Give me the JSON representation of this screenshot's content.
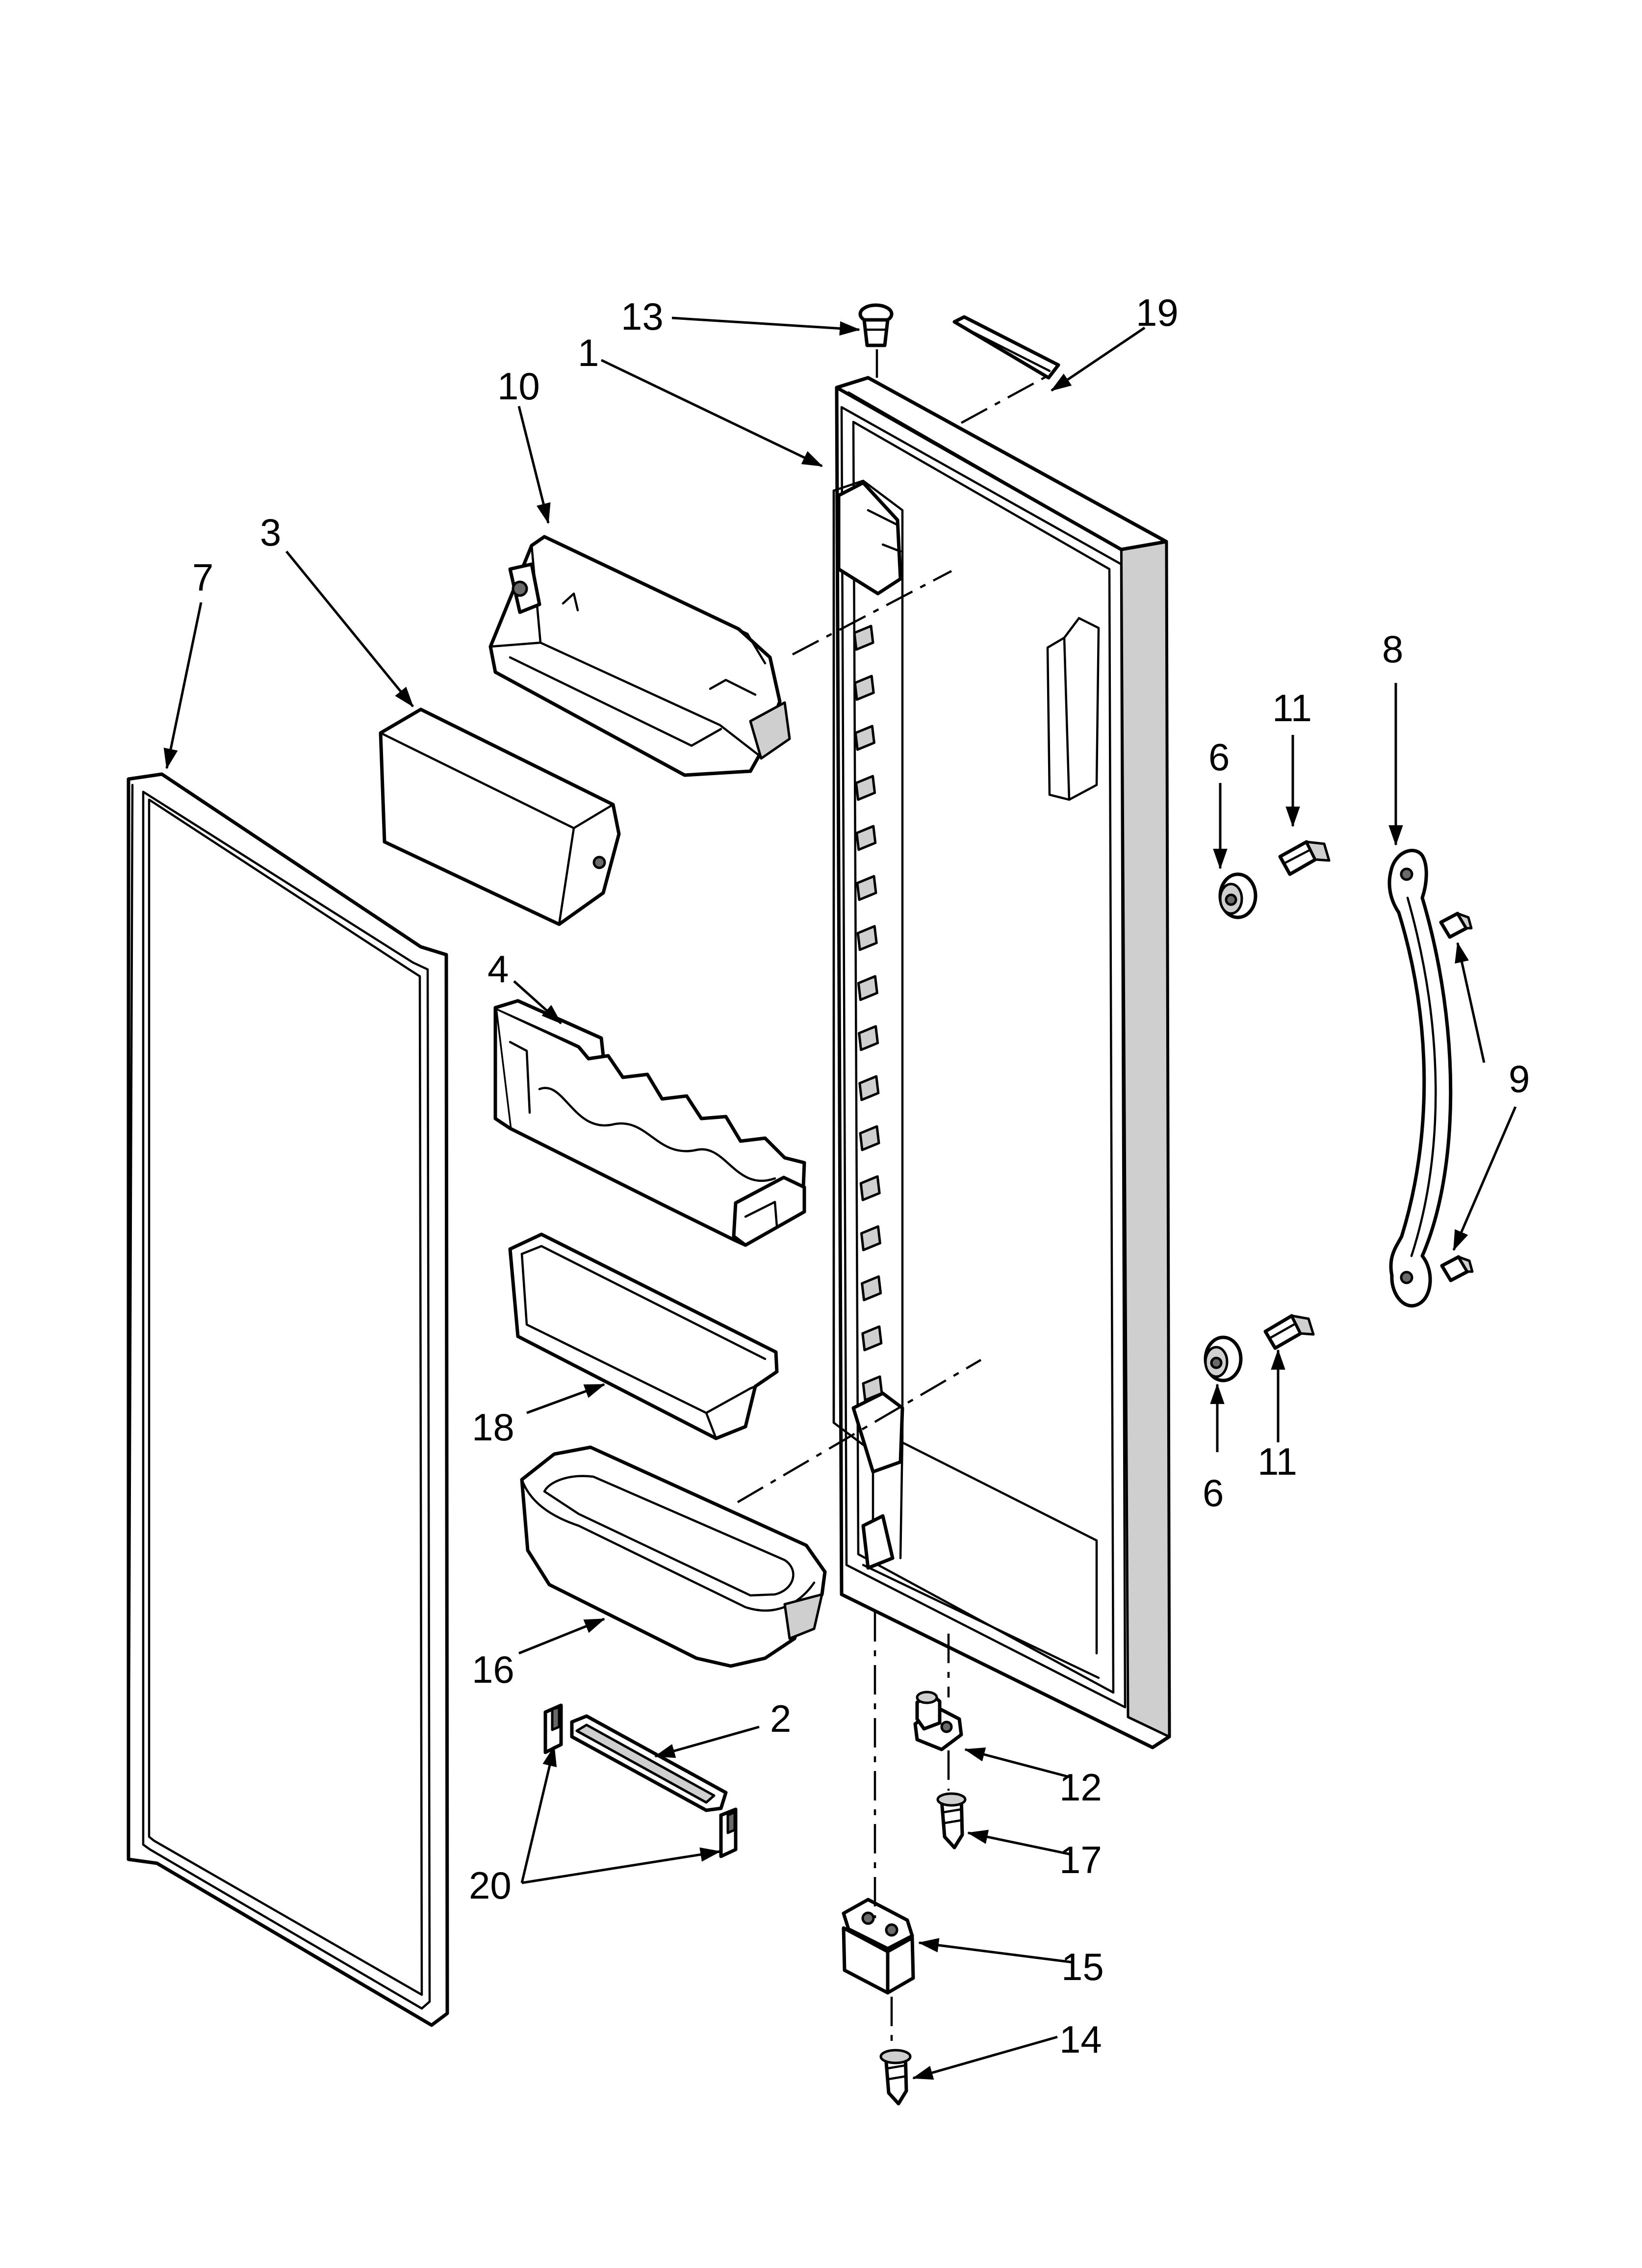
{
  "diagram": {
    "callouts": {
      "c1": "1",
      "c2": "2",
      "c3": "3",
      "c4": "4",
      "c6a": "6",
      "c6b": "6",
      "c7": "7",
      "c8": "8",
      "c9": "9",
      "c10": "10",
      "c11a": "11",
      "c11b": "11",
      "c12": "12",
      "c13": "13",
      "c14": "14",
      "c15": "15",
      "c16": "16",
      "c17": "17",
      "c18": "18",
      "c19": "19",
      "c20": "20"
    }
  }
}
